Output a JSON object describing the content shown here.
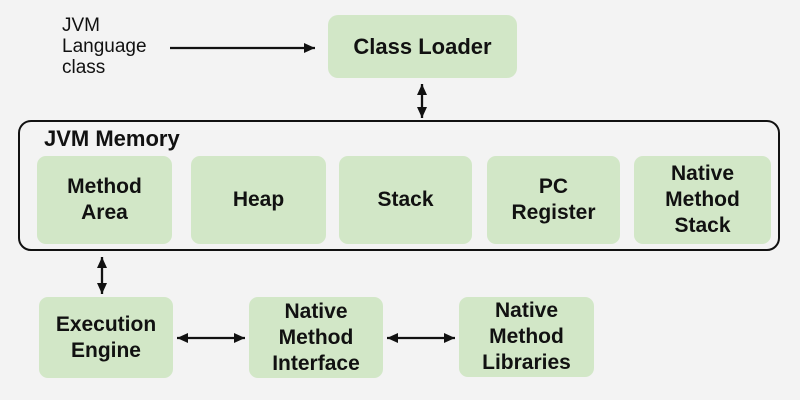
{
  "colors": {
    "background": "#f3f3f3",
    "box_fill": "#d2e7c7",
    "line": "#111111"
  },
  "source_label": {
    "text": "JVM\nLanguage\nclass"
  },
  "class_loader": {
    "label": "Class Loader"
  },
  "jvm_memory": {
    "title": "JVM Memory",
    "boxes": [
      {
        "label": "Method\nArea"
      },
      {
        "label": "Heap"
      },
      {
        "label": "Stack"
      },
      {
        "label": "PC\nRegister"
      },
      {
        "label": "Native\nMethod\nStack"
      }
    ]
  },
  "bottom_row": {
    "execution_engine": "Execution\nEngine",
    "native_method_interface": "Native\nMethod\nInterface",
    "native_method_libraries": "Native\nMethod\nLibraries"
  }
}
